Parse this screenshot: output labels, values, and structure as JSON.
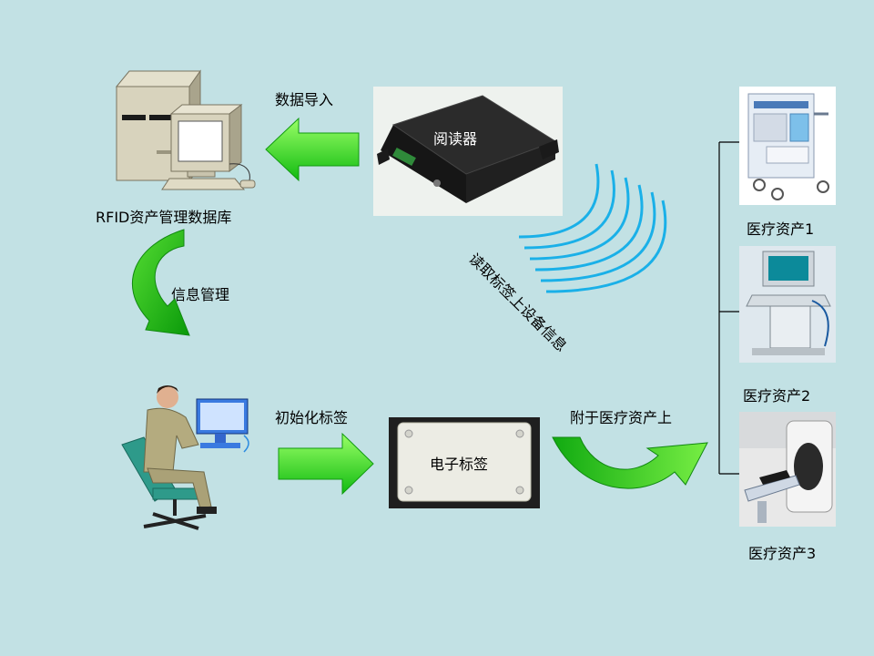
{
  "labels": {
    "database": "RFID资产管理数据库",
    "data_import": "数据导入",
    "reader": "阅读器",
    "info_management": "信息管理",
    "initialize_tag": "初始化标签",
    "electronic_tag": "电子标签",
    "attach_to_asset": "附于医疗资产上",
    "read_tag_info": "读取标签上设备信息"
  },
  "assets": [
    {
      "label": "医疗资产1"
    },
    {
      "label": "医疗资产2"
    },
    {
      "label": "医疗资产3"
    }
  ],
  "colors": {
    "background": "#c2e1e4",
    "arrow_green": "#22cc22",
    "wave_blue": "#1ab0e8",
    "connector": "#000000"
  }
}
